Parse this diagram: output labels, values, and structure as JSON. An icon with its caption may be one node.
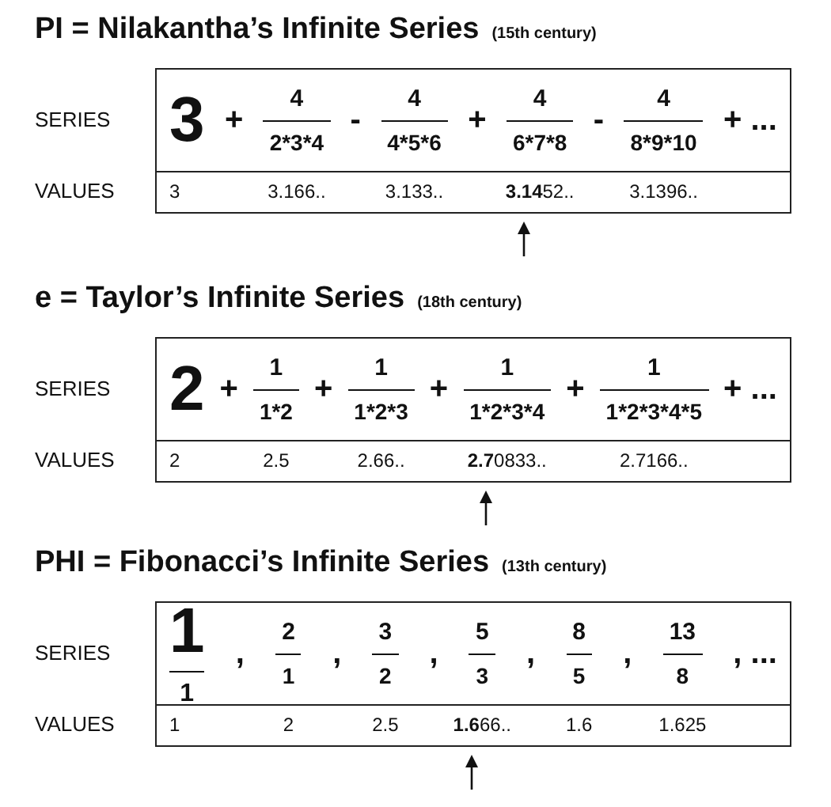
{
  "diagram": {
    "labels": [
      "PI = Nilakantha’s Infinite Series",
      "(15th century)",
      "SERIES",
      "3",
      "+",
      "4",
      "2*3*4",
      "-",
      "4",
      "4*5*6",
      "+",
      "4",
      "6*7*8",
      "-",
      "4",
      "8*9*10",
      "+ ...",
      "VALUES",
      "3",
      "3.166..",
      "3.133..",
      "**3.14**52..",
      "3.1396..",
      "e = Taylor’s Infinite Series",
      "(18th century)",
      "SERIES",
      "2",
      "+",
      "1",
      "1*2",
      "+",
      "1",
      "1*2*3",
      "+",
      "1",
      "1*2*3*4",
      "+",
      "1",
      "1*2*3*4*5",
      "+ ...",
      "VALUES",
      "2",
      "2.5",
      "2.66..",
      "**2.7**0833..",
      "2.7166..",
      "PHI = Fibonacci’s Infinite Series",
      "(13th century)",
      "SERIES",
      "1",
      "1",
      ",",
      "2",
      "1",
      ",",
      "3",
      "2",
      ",",
      "5",
      "3",
      ",",
      "8",
      "5",
      ",",
      "13",
      "8",
      ", ...",
      "VALUES",
      "1",
      "2",
      "2.5",
      "**1.6**66..",
      "1.6",
      "1.625"
    ]
  }
}
